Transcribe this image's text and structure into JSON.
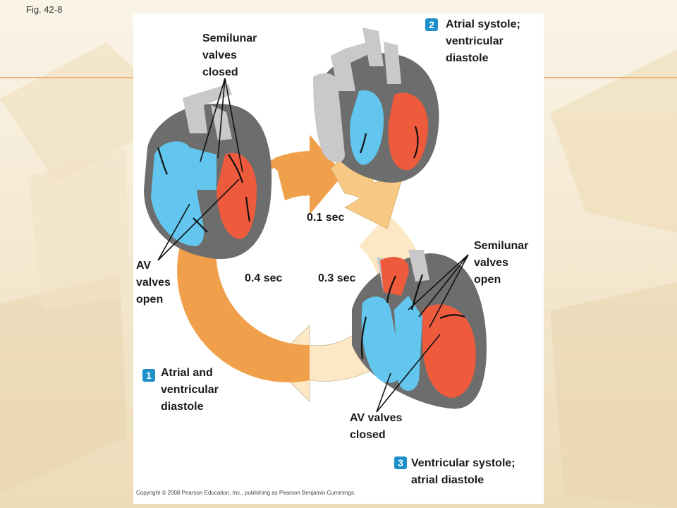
{
  "slide": {
    "figure_ref": "Fig. 42-8",
    "copyright": "Copyright © 2008 Pearson Education, Inc., publishing as Pearson Benjamin Cummings."
  },
  "phases": [
    {
      "number": "1",
      "lines": [
        "Atrial and",
        "ventricular",
        "diastole"
      ]
    },
    {
      "number": "2",
      "lines": [
        "Atrial systole;",
        "ventricular",
        "diastole"
      ]
    },
    {
      "number": "3",
      "lines": [
        "Ventricular systole;",
        "atrial diastole"
      ]
    }
  ],
  "durations": {
    "phase_2": "0.1 sec",
    "phase_3": "0.3 sec",
    "phase_1": "0.4 sec"
  },
  "annotations": {
    "semilunar_closed": [
      "Semilunar",
      "valves",
      "closed"
    ],
    "av_open": [
      "AV",
      "valves",
      "open"
    ],
    "semilunar_open": [
      "Semilunar",
      "valves",
      "open"
    ],
    "av_closed": [
      "AV valves",
      "closed"
    ]
  },
  "colors": {
    "background": "#f4ead6",
    "atria_blue": "#62c6ee",
    "ventricle_red": "#ee5a3c",
    "heart_wall": "#6d6d6d",
    "vessel_gray": "#c9c9cb",
    "arrow_dark_orange": "#f0a04a",
    "arrow_mid_orange": "#f8c983",
    "arrow_light": "#fde8c6",
    "badge_blue": "#1e8fc8"
  }
}
